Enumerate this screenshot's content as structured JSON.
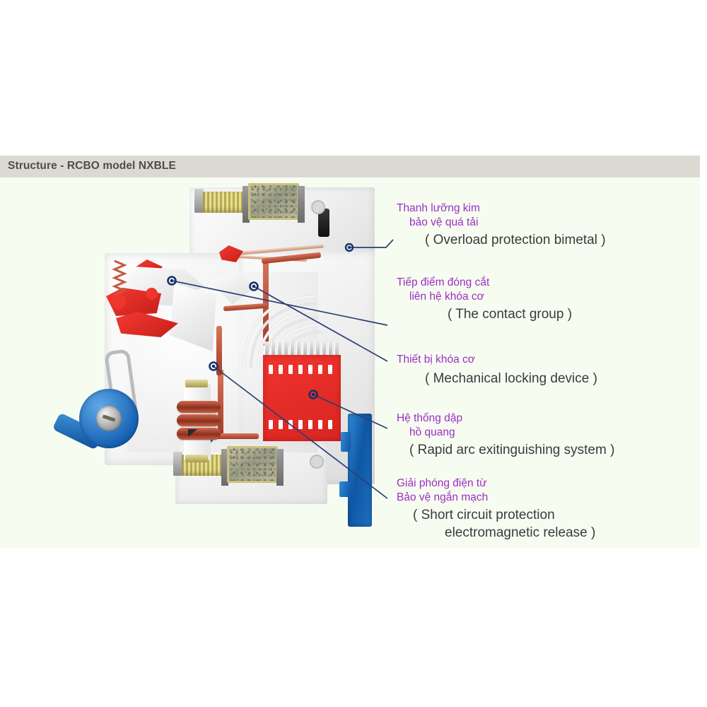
{
  "header": {
    "title": "Structure - RCBO model NXBLE"
  },
  "colors": {
    "titlebar_bg": "#dcd9d3",
    "panel_bg": "#f7fcf1",
    "vietnamese_label": "#9b2fc4",
    "english_label": "#3b3b3b",
    "leader_line": "#2b3f75",
    "arc_chute_red": "#e8302a",
    "handle_blue": "#1761b4",
    "copper": "#a23c26",
    "brass": "#b9ab52"
  },
  "figure": {
    "name": "rcbo-cutaway-photo",
    "description": "Cutaway photograph of an RCBO miniature circuit breaker showing internal mechanism"
  },
  "callouts": [
    {
      "id": "overload-protection-bimetal",
      "vi_line1": "Thanh lưỡng kim",
      "vi_line2": "bảo vệ quá tải",
      "en": "( Overload protection bimetal )"
    },
    {
      "id": "contact-group",
      "vi_line1": "Tiếp điểm đóng cắt",
      "vi_line2": "liên hệ khóa cơ",
      "en": "( The contact group )"
    },
    {
      "id": "mechanical-locking-device",
      "vi_line1": "Thiết bị khóa cơ",
      "vi_line2": "",
      "en": "( Mechanical locking device )"
    },
    {
      "id": "rapid-arc-extinguishing-system",
      "vi_line1": "Hệ thống dập",
      "vi_line2": "hồ quang",
      "en": "( Rapid arc exitinguishing system )"
    },
    {
      "id": "short-circuit-protection",
      "vi_line1": "Giải phóng điện từ",
      "vi_line2": "Bảo vệ ngắn mạch",
      "en_line1": "( Short circuit protection",
      "en_line2": "electromagnetic release )"
    }
  ]
}
